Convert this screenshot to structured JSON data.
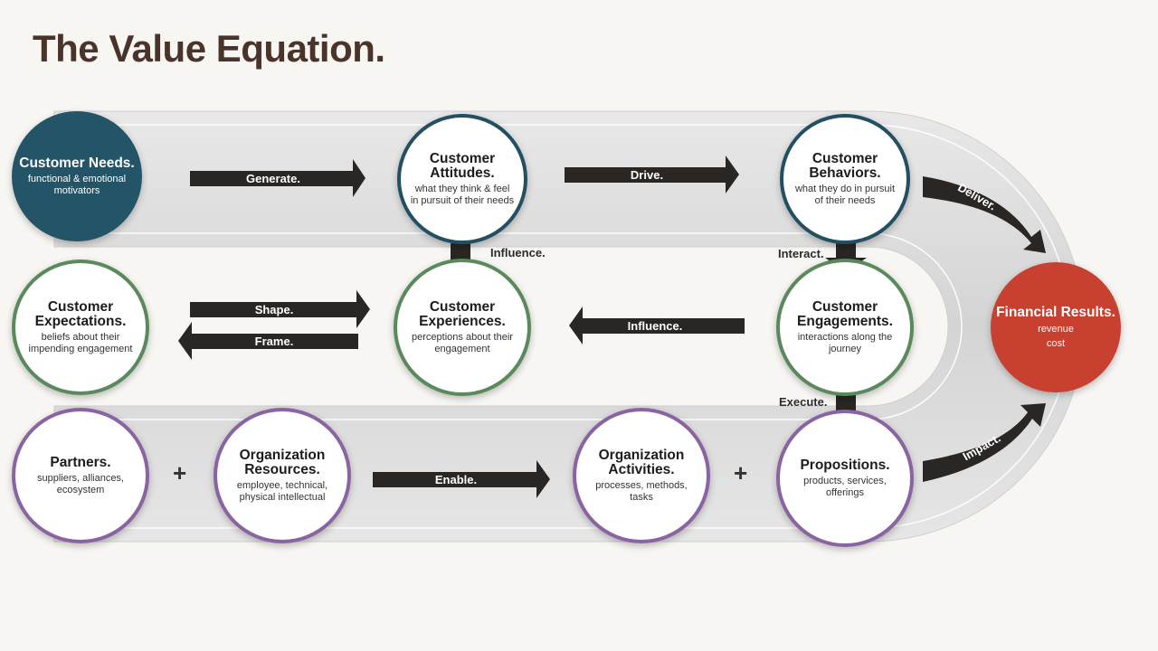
{
  "title": "The Value Equation.",
  "nodes": {
    "needs": {
      "title": "Customer Needs.",
      "sub": "functional & emotional motivators"
    },
    "attitudes": {
      "title": "Customer Attitudes.",
      "sub": "what they think & feel in pursuit of their needs"
    },
    "behaviors": {
      "title": "Customer Behaviors.",
      "sub": "what they do in pursuit of their needs"
    },
    "expectations": {
      "title": "Customer Expectations.",
      "sub": "beliefs about their impending engagement"
    },
    "experiences": {
      "title": "Customer Experiences.",
      "sub": "perceptions about their engagement"
    },
    "engagements": {
      "title": "Customer Engagements.",
      "sub": "interactions along the journey"
    },
    "financial": {
      "title": "Financial Results.",
      "sub1": "revenue",
      "sub2": "cost"
    },
    "partners": {
      "title": "Partners.",
      "sub": "suppliers, alliances, ecosystem"
    },
    "resources": {
      "title": "Organization Resources.",
      "sub": "employee, technical, physical intellectual"
    },
    "activities": {
      "title": "Organization Activities.",
      "sub": "processes, methods, tasks"
    },
    "propositions": {
      "title": "Propositions.",
      "sub": "products, services, offerings"
    }
  },
  "arrows": {
    "generate": "Generate.",
    "drive": "Drive.",
    "deliver": "Deliver.",
    "influence_up": "Influence.",
    "interact": "Interact.",
    "shape": "Shape.",
    "frame": "Frame.",
    "influence_left": "Influence.",
    "execute": "Execute.",
    "enable": "Enable.",
    "impact": "Impact."
  },
  "operators": {
    "plus": "+"
  },
  "colors": {
    "teal": "#245467",
    "green": "#5a8a5c",
    "purple": "#8a63a3",
    "red": "#c8402f",
    "arrow": "#2a2624",
    "title": "#4a3328"
  }
}
